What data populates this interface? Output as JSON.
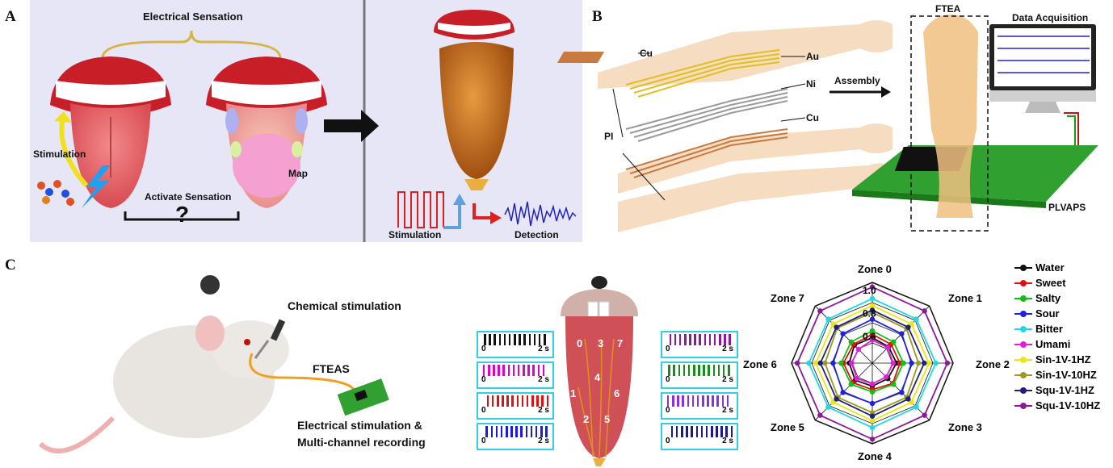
{
  "panels": {
    "a": "A",
    "b": "B",
    "c": "C"
  },
  "panel_a": {
    "electrical_sensation": "Electrical Sensation",
    "stimulation": "Stimulation",
    "activate_sensation": "Activate Sensation",
    "question": "?",
    "map": "Map",
    "stim_label": "Stimulation",
    "detection": "Detection"
  },
  "panel_b": {
    "cu_top": "Cu",
    "au": "Au",
    "ni": "Ni",
    "cu_bottom": "Cu",
    "pi": "PI",
    "assembly": "Assembly",
    "ftea": "FTEA",
    "data_acquisition": "Data Acquisition",
    "plvaps": "PLVAPS"
  },
  "panel_c": {
    "chemical_stimulation": "Chemical stimulation",
    "fteas": "FTEAS",
    "electrical_line1": "Electrical stimulation &",
    "electrical_line2": "Multi-channel recording",
    "raster_left": [
      {
        "zero": "0",
        "end": "2 s",
        "color": "#111111"
      },
      {
        "zero": "0",
        "end": "2 s",
        "color": "#e000c8"
      },
      {
        "zero": "0",
        "end": "2 s",
        "color": "#e01010"
      },
      {
        "zero": "0",
        "end": "2 s",
        "color": "#1a1ae0"
      }
    ],
    "raster_right": [
      {
        "zero": "0",
        "end": "2 s",
        "color": "#8a1a9a"
      },
      {
        "zero": "0",
        "end": "2 s",
        "color": "#1a8a1a"
      },
      {
        "zero": "0",
        "end": "2 s",
        "color": "#8a30e0"
      },
      {
        "zero": "0",
        "end": "2 s",
        "color": "#1a1a8a"
      }
    ],
    "electrode_numbers": [
      "0",
      "3",
      "7",
      "4",
      "1",
      "6",
      "2",
      "5"
    ]
  },
  "chart_data": {
    "type": "radar",
    "axes": [
      "Zone 0",
      "Zone 1",
      "Zone 2",
      "Zone 3",
      "Zone 4",
      "Zone 5",
      "Zone 6",
      "Zone 7"
    ],
    "tick_labels": [
      "1.0",
      "0.8",
      "0.6"
    ],
    "rlim": [
      0.3,
      1.0
    ],
    "legend_position": "right",
    "series": [
      {
        "name": "Water",
        "color": "#111111",
        "marker": "square",
        "values": [
          0.52,
          0.5,
          0.51,
          0.49,
          0.5,
          0.51,
          0.5,
          0.52
        ]
      },
      {
        "name": "Sweet",
        "color": "#e01010",
        "marker": "circle",
        "values": [
          0.55,
          0.53,
          0.54,
          0.55,
          0.53,
          0.54,
          0.55,
          0.53
        ]
      },
      {
        "name": "Salty",
        "color": "#10c010",
        "marker": "triangle-up",
        "values": [
          0.58,
          0.56,
          0.57,
          0.56,
          0.55,
          0.56,
          0.57,
          0.56
        ]
      },
      {
        "name": "Sour",
        "color": "#2020e0",
        "marker": "triangle-down",
        "values": [
          0.68,
          0.66,
          0.64,
          0.66,
          0.65,
          0.66,
          0.64,
          0.66
        ]
      },
      {
        "name": "Bitter",
        "color": "#20d8e8",
        "marker": "diamond",
        "values": [
          0.86,
          0.84,
          0.85,
          0.84,
          0.86,
          0.84,
          0.85,
          0.84
        ]
      },
      {
        "name": "Umami",
        "color": "#e020d8",
        "marker": "triangle-left",
        "values": [
          0.5,
          0.49,
          0.48,
          0.47,
          0.48,
          0.49,
          0.48,
          0.47
        ]
      },
      {
        "name": "Sin-1V-1HZ",
        "color": "#e8e810",
        "marker": "triangle-right",
        "values": [
          0.8,
          0.78,
          0.79,
          0.78,
          0.8,
          0.78,
          0.79,
          0.78
        ]
      },
      {
        "name": "Sin-1V-10HZ",
        "color": "#9a9a20",
        "marker": "circle",
        "values": [
          0.74,
          0.72,
          0.7,
          0.72,
          0.73,
          0.72,
          0.71,
          0.73
        ]
      },
      {
        "name": "Squ-1V-1HZ",
        "color": "#202080",
        "marker": "star",
        "values": [
          0.76,
          0.74,
          0.75,
          0.74,
          0.76,
          0.74,
          0.75,
          0.74
        ]
      },
      {
        "name": "Squ-1V-10HZ",
        "color": "#8a1a9a",
        "marker": "hexagon",
        "values": [
          0.96,
          0.94,
          0.95,
          0.94,
          0.96,
          0.94,
          0.95,
          0.94
        ]
      }
    ]
  }
}
